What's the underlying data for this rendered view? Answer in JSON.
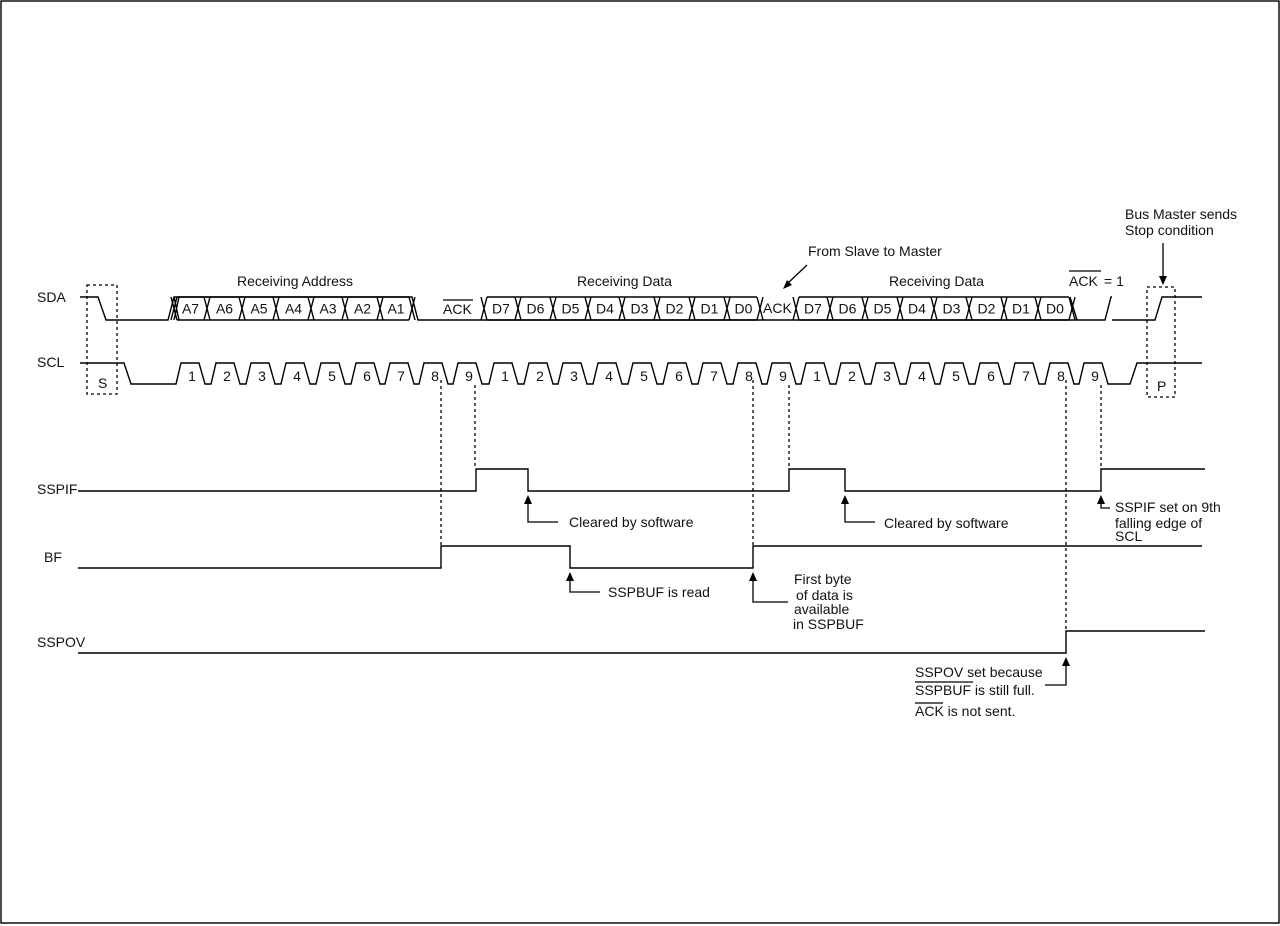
{
  "signals": {
    "sda": "SDA",
    "scl": "SCL",
    "sspif": "SSPIF",
    "bf": "BF",
    "sspov": "SSPOV"
  },
  "sda_labels": {
    "address_bits": [
      "A7",
      "A6",
      "A5",
      "A4",
      "A3",
      "A2",
      "A1"
    ],
    "ack1": "ACK",
    "data1_bits": [
      "D7",
      "D6",
      "D5",
      "D4",
      "D3",
      "D2",
      "D1",
      "D0"
    ],
    "ack2": "ACK",
    "data2_bits": [
      "D7",
      "D6",
      "D5",
      "D4",
      "D3",
      "D2",
      "D1",
      "D0"
    ],
    "ack3": "ACK",
    "ack3_value": "= 1"
  },
  "scl_labels": {
    "start": "S",
    "stop": "P",
    "group1": [
      "1",
      "2",
      "3",
      "4",
      "5",
      "6",
      "7",
      "8",
      "9"
    ],
    "group2": [
      "1",
      "2",
      "3",
      "4",
      "5",
      "6",
      "7",
      "8",
      "9"
    ],
    "group3": [
      "1",
      "2",
      "3",
      "4",
      "5",
      "6",
      "7",
      "8",
      "9"
    ]
  },
  "headings": {
    "receiving_address": "Receiving Address",
    "receiving_data_1": "Receiving Data",
    "receiving_data_2": "Receiving Data",
    "from_slave": "From Slave to Master",
    "bus_master_1": "Bus Master sends",
    "bus_master_2": "Stop condition"
  },
  "annotations": {
    "cleared_1": "Cleared by software",
    "cleared_2": "Cleared by software",
    "sspif_set_1": "SSPIF set on 9th",
    "sspif_set_2": "falling edge of",
    "sspif_set_3": "SCL",
    "sspbuf_read": "SSPBUF is read",
    "first_byte_1": "First byte",
    "first_byte_2": "of data is",
    "first_byte_3": "available",
    "first_byte_4": "in SSPBUF",
    "sspov_1": "SSPOV set because",
    "sspov_2": "SSPBUF is still full.",
    "sspov_3_ack": "ACK",
    "sspov_3_rest": " is not sent."
  }
}
